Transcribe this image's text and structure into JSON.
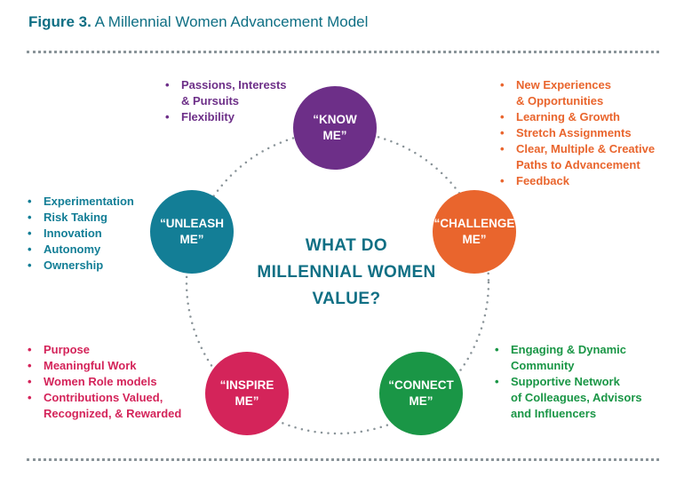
{
  "figure": {
    "label": "Figure 3.",
    "title": "A Millennial Women Advancement Model"
  },
  "colors": {
    "know": "#6d2f88",
    "challenge": "#e9652d",
    "connect": "#1a9646",
    "inspire": "#d4245a",
    "unleash": "#137e96",
    "heading": "#0f6f84",
    "dots": "#8a9499"
  },
  "center": {
    "line1": "WHAT DO",
    "line2": "MILLENNIAL WOMEN",
    "line3": "VALUE?"
  },
  "nodes": {
    "know": {
      "line1": "“KNOW",
      "line2": "ME”"
    },
    "challenge": {
      "line1": "“CHALLENGE",
      "line2": "ME”"
    },
    "connect": {
      "line1": "“CONNECT",
      "line2": "ME”"
    },
    "inspire": {
      "line1": "“INSPIRE",
      "line2": "ME”"
    },
    "unleash": {
      "line1": "“UNLEASH",
      "line2": "ME”"
    }
  },
  "lists": {
    "know": [
      [
        "Passions, Interests",
        "& Pursuits"
      ],
      [
        "Flexibility"
      ]
    ],
    "challenge": [
      [
        "New Experiences",
        "& Opportunities"
      ],
      [
        "Learning & Growth"
      ],
      [
        "Stretch Assignments"
      ],
      [
        "Clear, Multiple & Creative",
        "Paths to Advancement"
      ],
      [
        "Feedback"
      ]
    ],
    "unleash": [
      [
        "Experimentation"
      ],
      [
        "Risk Taking"
      ],
      [
        "Innovation"
      ],
      [
        "Autonomy"
      ],
      [
        "Ownership"
      ]
    ],
    "inspire": [
      [
        "Purpose"
      ],
      [
        "Meaningful Work"
      ],
      [
        "Women Role models"
      ],
      [
        "Contributions Valued,",
        "Recognized, & Rewarded"
      ]
    ],
    "connect": [
      [
        "Engaging & Dynamic",
        "Community"
      ],
      [
        "Supportive Network",
        "of Colleagues, Advisors",
        "and Influencers"
      ]
    ]
  }
}
